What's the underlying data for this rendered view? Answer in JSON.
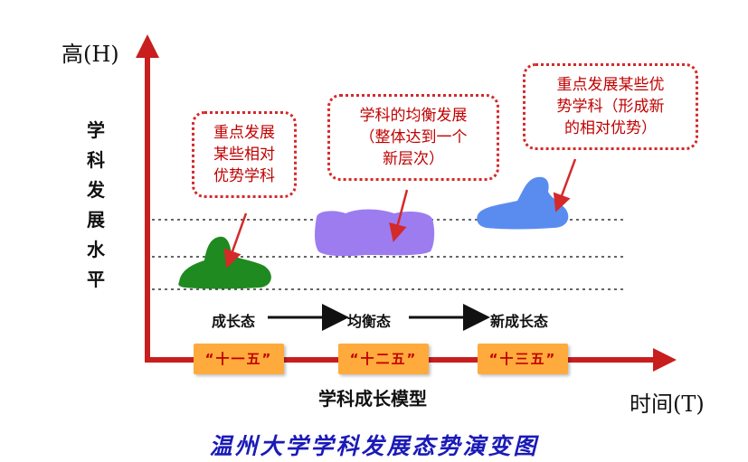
{
  "axes": {
    "y_label": "高(H)",
    "y_title_chars": [
      "学",
      "科",
      "发",
      "展",
      "水",
      "平"
    ],
    "x_label": "时间(T)"
  },
  "stages": [
    {
      "label": "成长态",
      "color": "#1f8a1f"
    },
    {
      "label": "均衡态",
      "color": "#9d7cf0"
    },
    {
      "label": "新成长态",
      "color": "#5a8cf0"
    }
  ],
  "periods": [
    "“十一五”",
    "“十二五”",
    "“十三五”"
  ],
  "callouts": [
    {
      "lines": [
        "重点发展",
        "某些相对",
        "优势学科"
      ]
    },
    {
      "lines": [
        "学科的均衡发展",
        "（整体达到一个",
        "新层次）"
      ]
    },
    {
      "lines": [
        "重点发展某些优",
        "势学科（形成新",
        "的相对优势）"
      ]
    }
  ],
  "model_title": "学科成长模型",
  "caption": "温州大学学科发展态势演变图",
  "colors": {
    "axis": "#c81e1e",
    "callout_border": "#d42a2a",
    "period_bg": "#ffaa3c",
    "caption": "#1a1ab8"
  }
}
